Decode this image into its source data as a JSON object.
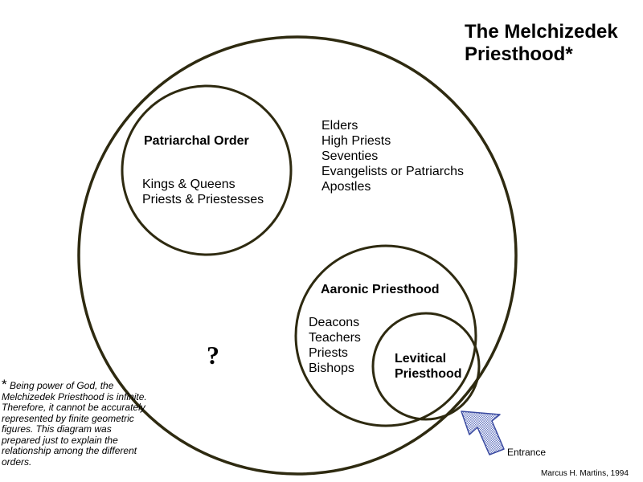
{
  "title": {
    "line1": "The Melchizedek",
    "line2": "Priesthood*"
  },
  "patriarchal": {
    "heading": "Patriarchal Order",
    "items": [
      "Kings & Queens",
      "Priests & Priestesses"
    ]
  },
  "melchizedek_offices": [
    "Elders",
    "High Priests",
    "Seventies",
    "Evangelists or Patriarchs",
    "Apostles"
  ],
  "aaronic": {
    "heading": "Aaronic Priesthood",
    "items": [
      "Deacons",
      "Teachers",
      "Priests",
      "Bishops"
    ]
  },
  "levitical": {
    "line1": "Levitical",
    "line2": "Priesthood"
  },
  "unknown_mark": "?",
  "footnote": {
    "star": "*",
    "text": " Being power of God, the Melchizedek Priesthood is infinite.  Therefore, it cannot be accurately represented by finite geometric figures.  This diagram was prepared just to explain the relationship among the different orders."
  },
  "entrance_label": "Entrance",
  "credit": "Marcus H. Martins, 1994",
  "colors": {
    "circle_stroke": "#2e2a10",
    "arrow_stroke": "#3a4aa0",
    "arrow_fill": "#aab4dd"
  }
}
